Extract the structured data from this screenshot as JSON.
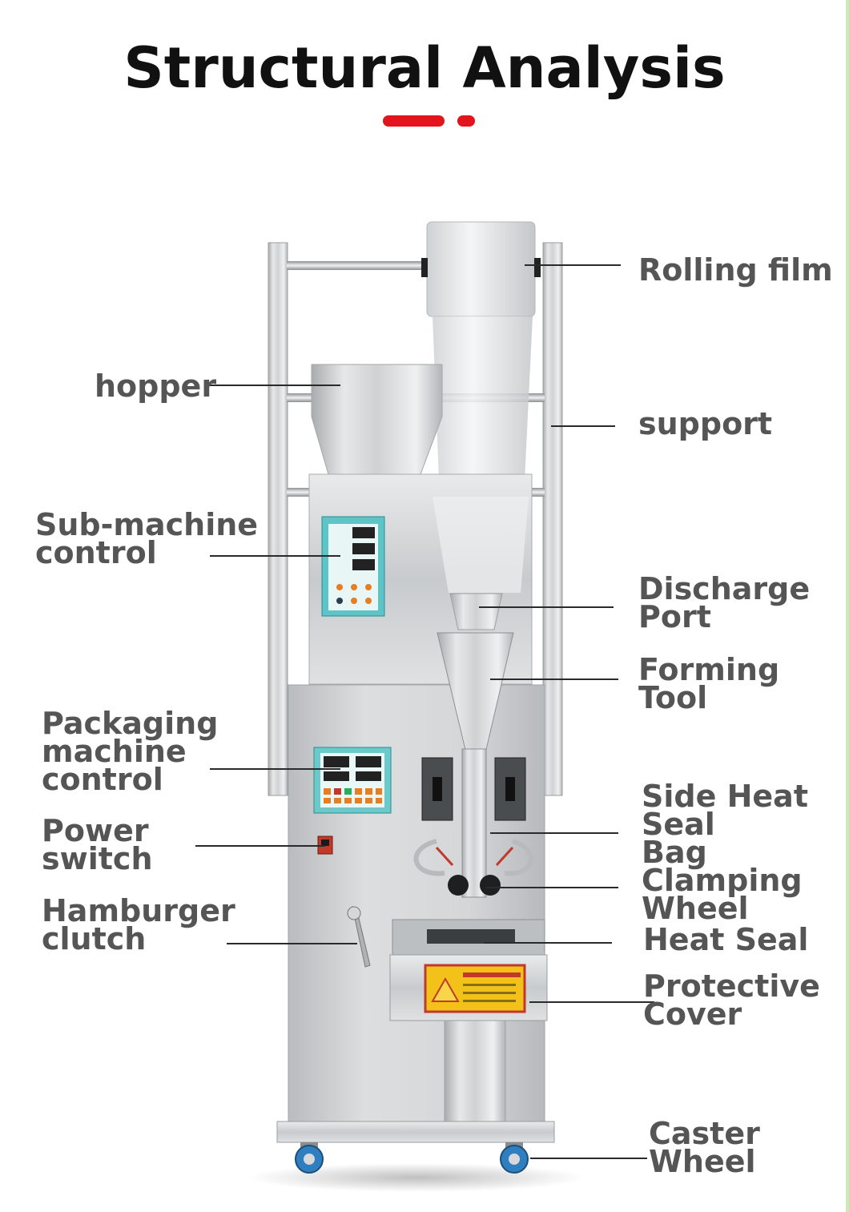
{
  "title": "Structural Analysis",
  "colors": {
    "accent": "#e3141b",
    "label": "#555555",
    "title": "#111111"
  },
  "labels": {
    "rolling_film": "Rolling film",
    "hopper": "hopper",
    "support": "support",
    "sub_machine_control": "Sub-machine\ncontrol",
    "discharge_port": "Discharge\nPort",
    "forming_tool": "Forming\nTool",
    "packaging_machine_control": "Packaging\nmachine\ncontrol",
    "power_switch": "Power\nswitch",
    "hamburger_clutch": "Hamburger\nclutch",
    "side_heat_seal": "Side Heat\nSeal",
    "bag_clamping_wheel": "Bag\nClamping\nWheel",
    "heat_seal": "Heat Seal",
    "protective_cover": "Protective\nCover",
    "caster_wheel": "Caster\nWheel"
  }
}
